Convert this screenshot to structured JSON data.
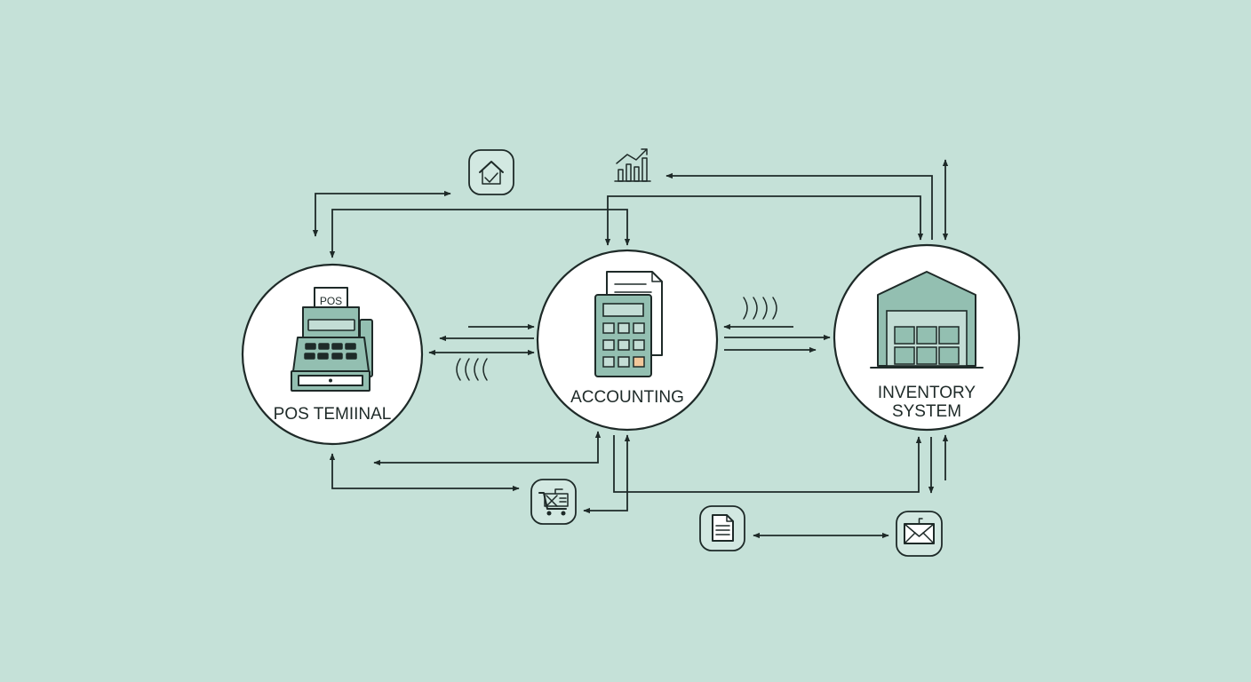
{
  "nodes": {
    "pos": {
      "label": "POS TEMIINAL",
      "screen_text": "POS"
    },
    "accounting": {
      "label": "ACCOUNTING"
    },
    "inventory": {
      "label": "INVENTORY\nSYSTEM"
    }
  },
  "icons": {
    "home_check": "home-check-icon",
    "growth_chart": "bar-chart-growth-icon",
    "delivery_cart": "delivery-cart-icon",
    "document": "document-icon",
    "mail": "envelope-icon",
    "wireless_left": "wireless-signal-icon",
    "wireless_right": "wireless-signal-icon"
  },
  "colors": {
    "background": "#c5e1d8",
    "ink": "#1e2a28",
    "teal": "#93bfb1",
    "node_fill": "#ffffff",
    "highlight_key": "#f2c79a"
  }
}
